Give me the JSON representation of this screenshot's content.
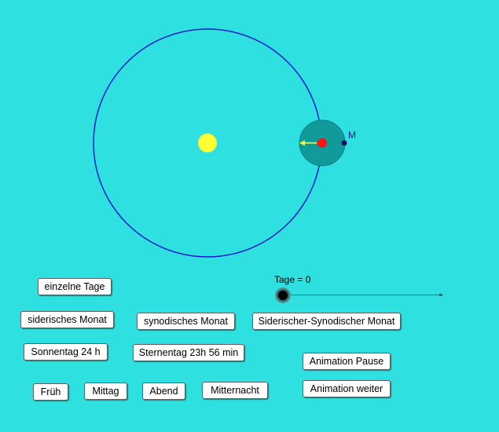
{
  "slider": {
    "label": "Tage = 0",
    "value": 0
  },
  "diagram": {
    "moon_label": "M"
  },
  "buttons": {
    "einzelne_tage": "einzelne Tage",
    "siderisches_monat": "siderisches Monat",
    "synodisches_monat": "synodisches Monat",
    "siderisch_synodisch": "Siderischer-Synodischer Monat",
    "sonnentag": "Sonnentag 24 h",
    "sternentag": "Sternentag 23h 56 min",
    "animation_pause": "Animation Pause",
    "animation_weiter": "Animation weiter",
    "frueh": "Früh",
    "mittag": "Mittag",
    "abend": "Abend",
    "mitternacht": "Mitternacht"
  },
  "colors": {
    "background": "#2ee0e0",
    "orbit": "#1a1acc",
    "sun": "#ffff33",
    "earth_disc": "#119a9a",
    "earth": "#ff1111",
    "moon": "#101060",
    "arrow": "#ffff33"
  }
}
